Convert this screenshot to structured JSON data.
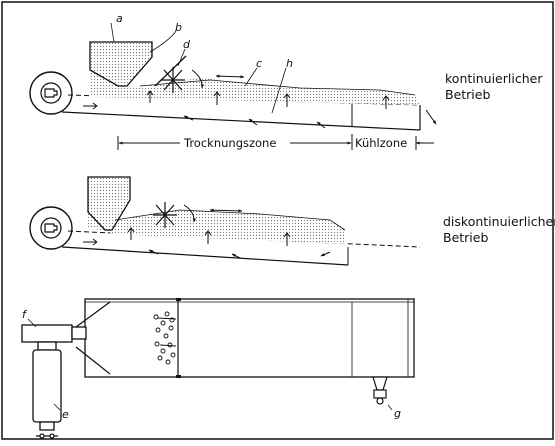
{
  "labels": {
    "a": "a",
    "b": "b",
    "c": "c",
    "d": "d",
    "h": "h",
    "e": "e",
    "f": "f",
    "g": "g"
  },
  "top": {
    "mode_line1": "kontinuierlicher",
    "mode_line2": "Betrieb",
    "drying_zone": "Trocknungszone",
    "cooling_zone": "Kühlzone"
  },
  "middle": {
    "mode_line1": "diskontinuierlicher",
    "mode_line2": "Betrieb"
  },
  "colors": {
    "ink": "#111111",
    "stipple": "#9a9a9a"
  }
}
